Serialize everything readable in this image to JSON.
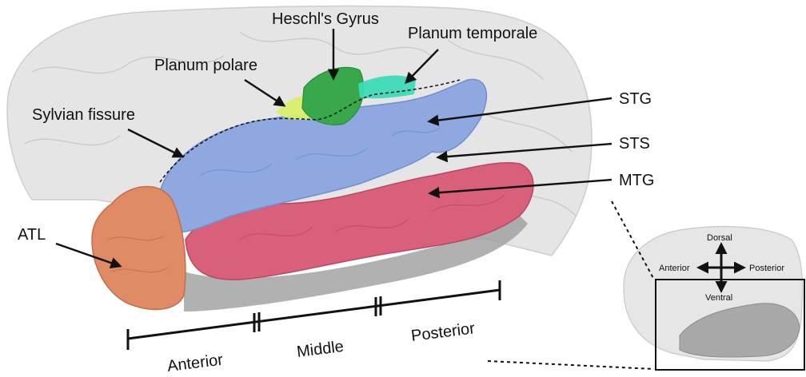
{
  "labels": {
    "heschls_gyrus": "Heschl's Gyrus",
    "planum_temporale": "Planum temporale",
    "planum_polare": "Planum polare",
    "sylvian_fissure": "Sylvian fissure",
    "stg": "STG",
    "sts": "STS",
    "mtg": "MTG",
    "atl": "ATL"
  },
  "axis_segments": {
    "anterior": "Anterior",
    "middle": "Middle",
    "posterior": "Posterior"
  },
  "orientation": {
    "dorsal": "Dorsal",
    "ventral": "Ventral",
    "anterior": "Anterior",
    "posterior": "Posterior"
  },
  "colors": {
    "stg": "#8fa9e0",
    "mtg": "#d9607a",
    "atl": "#e08a66",
    "heschl": "#39a84a",
    "planum_temporale": "#3ddbb8",
    "planum_polare": "#d9ef6a",
    "brain_ghost": "#d7d7d7"
  }
}
